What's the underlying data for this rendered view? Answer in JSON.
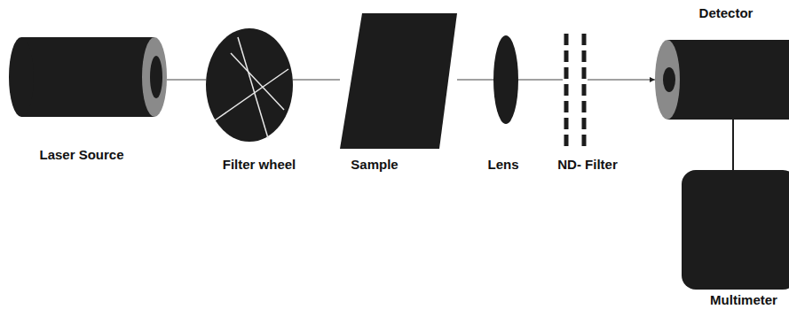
{
  "diagram": {
    "nodes": [
      {
        "text": [
          "Laser Source"
        ]
      },
      {
        "text": [
          "Filter wheel"
        ]
      },
      {
        "text": [
          "Sample"
        ]
      },
      {
        "text": [
          "Lens"
        ]
      },
      {
        "text": [
          "ND- Filter"
        ]
      },
      {
        "text": [
          "Detector"
        ]
      },
      {
        "text": [
          "Multimeter"
        ]
      }
    ],
    "edges": [
      {
        "from": 0,
        "to": 1,
        "arrow": "none"
      },
      {
        "from": 1,
        "to": 2,
        "arrow": "none"
      },
      {
        "from": 2,
        "to": 3,
        "arrow": "none"
      },
      {
        "from": 3,
        "to": 4,
        "arrow": "none"
      },
      {
        "from": 4,
        "to": 5,
        "arrow": "to"
      },
      {
        "from": 5,
        "to": 6,
        "arrow": "none"
      }
    ]
  }
}
